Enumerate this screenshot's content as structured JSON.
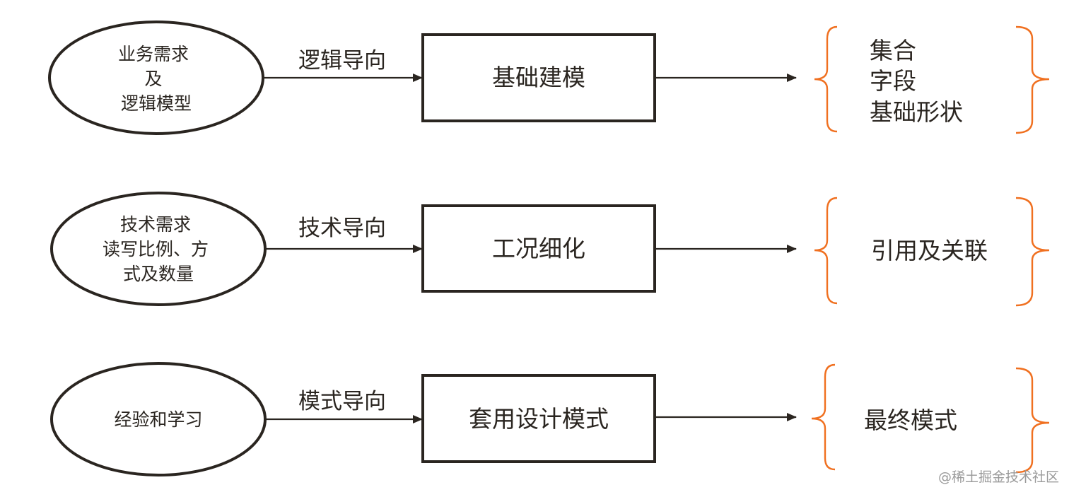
{
  "colors": {
    "stroke": "#2a2520",
    "brace": "#f07020"
  },
  "rows": [
    {
      "input_lines": [
        "业务需求",
        "及",
        "逻辑模型"
      ],
      "guide": "逻辑导向",
      "step": "基础建模",
      "result_lines": [
        "集合",
        "字段",
        "基础形状"
      ]
    },
    {
      "input_lines": [
        "技术需求",
        "读写比例、方",
        "式及数量"
      ],
      "guide": "技术导向",
      "step": "工况细化",
      "result_lines": [
        "引用及关联"
      ]
    },
    {
      "input_lines": [
        "经验和学习"
      ],
      "guide": "模式导向",
      "step": "套用设计模式",
      "result_lines": [
        "最终模式"
      ]
    }
  ],
  "watermark": "@稀土掘金技术社区"
}
